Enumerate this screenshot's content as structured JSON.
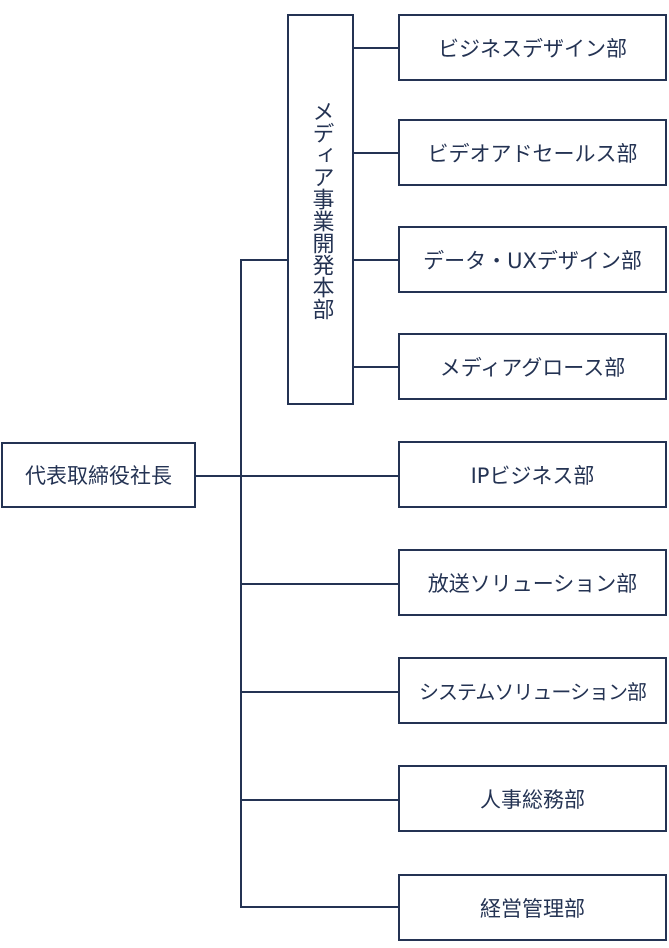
{
  "diagram": {
    "type": "org-chart",
    "colors": {
      "line": "#243353",
      "text": "#243353",
      "box_fill": "#ffffff"
    },
    "root": {
      "label": "代表取締役社長"
    },
    "division": {
      "label": "メディア事業開発本部",
      "departments": [
        {
          "label": "ビジネスデザイン部"
        },
        {
          "label": "ビデオアドセールス部"
        },
        {
          "label": "データ・UXデザイン部"
        },
        {
          "label": "メディアグロース部"
        }
      ]
    },
    "departments": [
      {
        "label": "IPビジネス部"
      },
      {
        "label": "放送ソリューション部"
      },
      {
        "label": "システムソリューション部"
      },
      {
        "label": "人事総務部"
      },
      {
        "label": "経営管理部"
      }
    ]
  }
}
